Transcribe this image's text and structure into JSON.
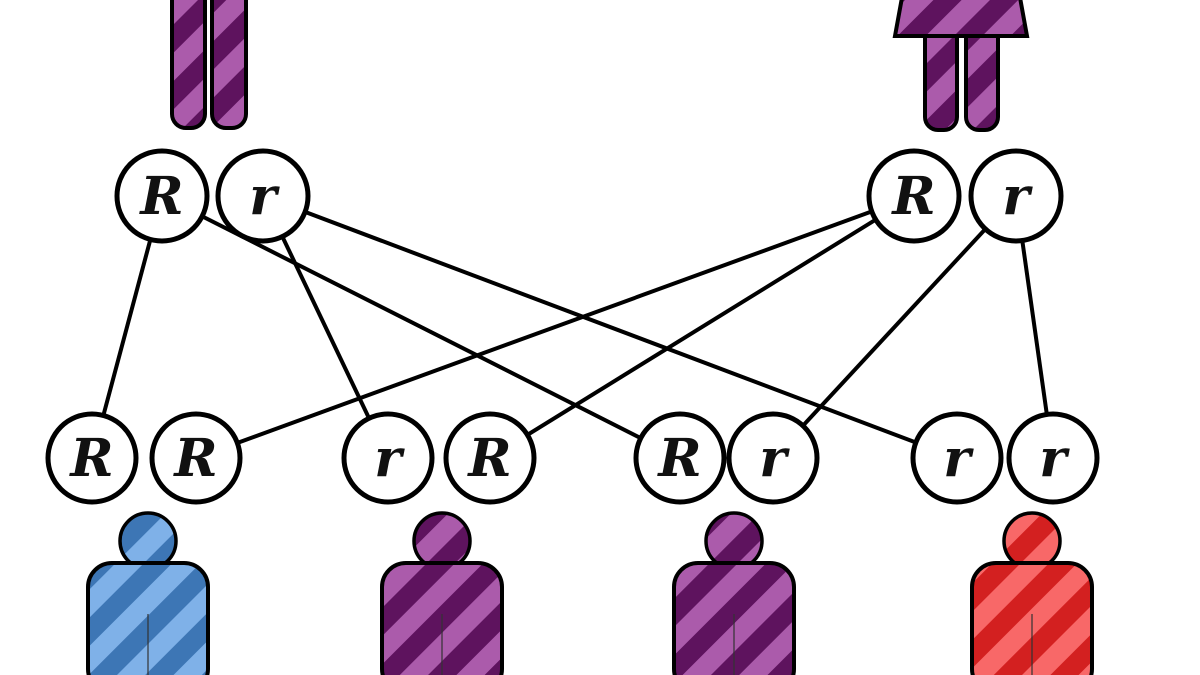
{
  "figure_type": "genetics-autosomal-recessive-inheritance-diagram",
  "background_color": "#ffffff",
  "line_color": "#000000",
  "circle_fill": "#ffffff",
  "circle_border_color": "#000000",
  "parents": {
    "father": {
      "figure": "male-carrier-figure-cropped",
      "stripe_light": "#ab5bab",
      "stripe_dark": "#5e135e",
      "alleles": [
        "R",
        "r"
      ]
    },
    "mother": {
      "figure": "female-carrier-figure-cropped",
      "stripe_light": "#ab5bab",
      "stripe_dark": "#5e135e",
      "alleles": [
        "R",
        "r"
      ]
    }
  },
  "offspring": [
    {
      "genotype": [
        "R",
        "R"
      ],
      "status": "unaffected",
      "stripe_light": "#7fb1e8",
      "stripe_dark": "#3d76b5"
    },
    {
      "genotype": [
        "r",
        "R"
      ],
      "status": "carrier",
      "stripe_light": "#ab5bab",
      "stripe_dark": "#5e135e"
    },
    {
      "genotype": [
        "R",
        "r"
      ],
      "status": "carrier",
      "stripe_light": "#ab5bab",
      "stripe_dark": "#5e135e"
    },
    {
      "genotype": [
        "r",
        "r"
      ],
      "status": "affected",
      "stripe_light": "#f86868",
      "stripe_dark": "#d32020"
    }
  ],
  "connections": [
    {
      "from": "father-allele-R",
      "to": "offspring-1-allele-1"
    },
    {
      "from": "father-allele-R",
      "to": "offspring-3-allele-1"
    },
    {
      "from": "father-allele-r",
      "to": "offspring-2-allele-1"
    },
    {
      "from": "father-allele-r",
      "to": "offspring-4-allele-1"
    },
    {
      "from": "mother-allele-R",
      "to": "offspring-1-allele-2"
    },
    {
      "from": "mother-allele-R",
      "to": "offspring-2-allele-2"
    },
    {
      "from": "mother-allele-r",
      "to": "offspring-3-allele-2"
    },
    {
      "from": "mother-allele-r",
      "to": "offspring-4-allele-2"
    }
  ]
}
